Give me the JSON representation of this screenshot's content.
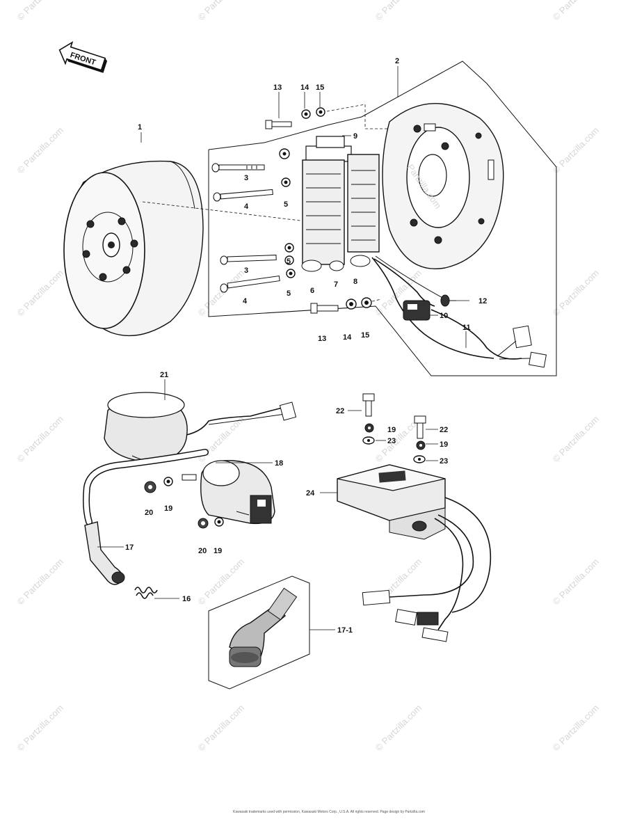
{
  "front_badge": "FRONT",
  "watermark": "© Partzilla.com",
  "stator_watermark": "Partzilla.com",
  "copyright": "Kawasaki trademarks used with permission, Kawasaki Motors Corp., U.S.A. All rights reserved. Page design by Partzilla.com",
  "callouts": [
    {
      "id": "c1",
      "text": "1"
    },
    {
      "id": "c2",
      "text": "2"
    },
    {
      "id": "c3a",
      "text": "3"
    },
    {
      "id": "c3b",
      "text": "3"
    },
    {
      "id": "c4a",
      "text": "4"
    },
    {
      "id": "c4b",
      "text": "4"
    },
    {
      "id": "c5a",
      "text": "5"
    },
    {
      "id": "c5b",
      "text": "5"
    },
    {
      "id": "c5c",
      "text": "5"
    },
    {
      "id": "c6",
      "text": "6"
    },
    {
      "id": "c7",
      "text": "7"
    },
    {
      "id": "c8",
      "text": "8"
    },
    {
      "id": "c9",
      "text": "9"
    },
    {
      "id": "c10",
      "text": "10"
    },
    {
      "id": "c11",
      "text": "11"
    },
    {
      "id": "c12",
      "text": "12"
    },
    {
      "id": "c13a",
      "text": "13"
    },
    {
      "id": "c13b",
      "text": "13"
    },
    {
      "id": "c14a",
      "text": "14"
    },
    {
      "id": "c14b",
      "text": "14"
    },
    {
      "id": "c15a",
      "text": "15"
    },
    {
      "id": "c15b",
      "text": "15"
    },
    {
      "id": "c16",
      "text": "16"
    },
    {
      "id": "c17",
      "text": "17"
    },
    {
      "id": "c17_1",
      "text": "17-1"
    },
    {
      "id": "c18",
      "text": "18"
    },
    {
      "id": "c19a",
      "text": "19"
    },
    {
      "id": "c19b",
      "text": "19"
    },
    {
      "id": "c19c",
      "text": "19"
    },
    {
      "id": "c19d",
      "text": "19"
    },
    {
      "id": "c20a",
      "text": "20"
    },
    {
      "id": "c20b",
      "text": "20"
    },
    {
      "id": "c21",
      "text": "21"
    },
    {
      "id": "c22a",
      "text": "22"
    },
    {
      "id": "c22b",
      "text": "22"
    },
    {
      "id": "c23a",
      "text": "23"
    },
    {
      "id": "c23b",
      "text": "23"
    },
    {
      "id": "c24",
      "text": "24"
    }
  ]
}
